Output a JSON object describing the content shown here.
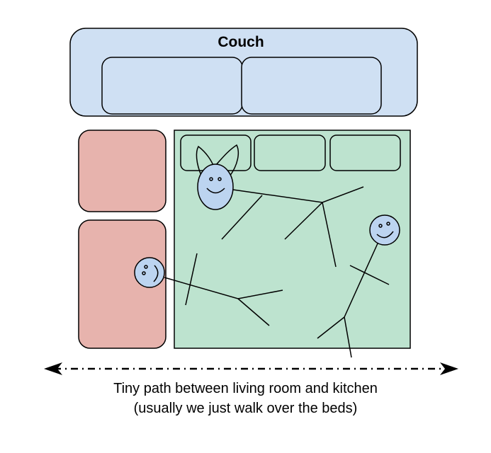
{
  "couch": {
    "label": "Couch"
  },
  "path": {
    "caption_line1": "Tiny path between living room and kitchen",
    "caption_line2": "(usually we just walk over the beds)"
  },
  "colors": {
    "couch": "#cfe0f3",
    "side_bed": "#e7b3ad",
    "mattress": "#bde3cf",
    "face": "#bcd4f0",
    "stroke": "#000000"
  }
}
